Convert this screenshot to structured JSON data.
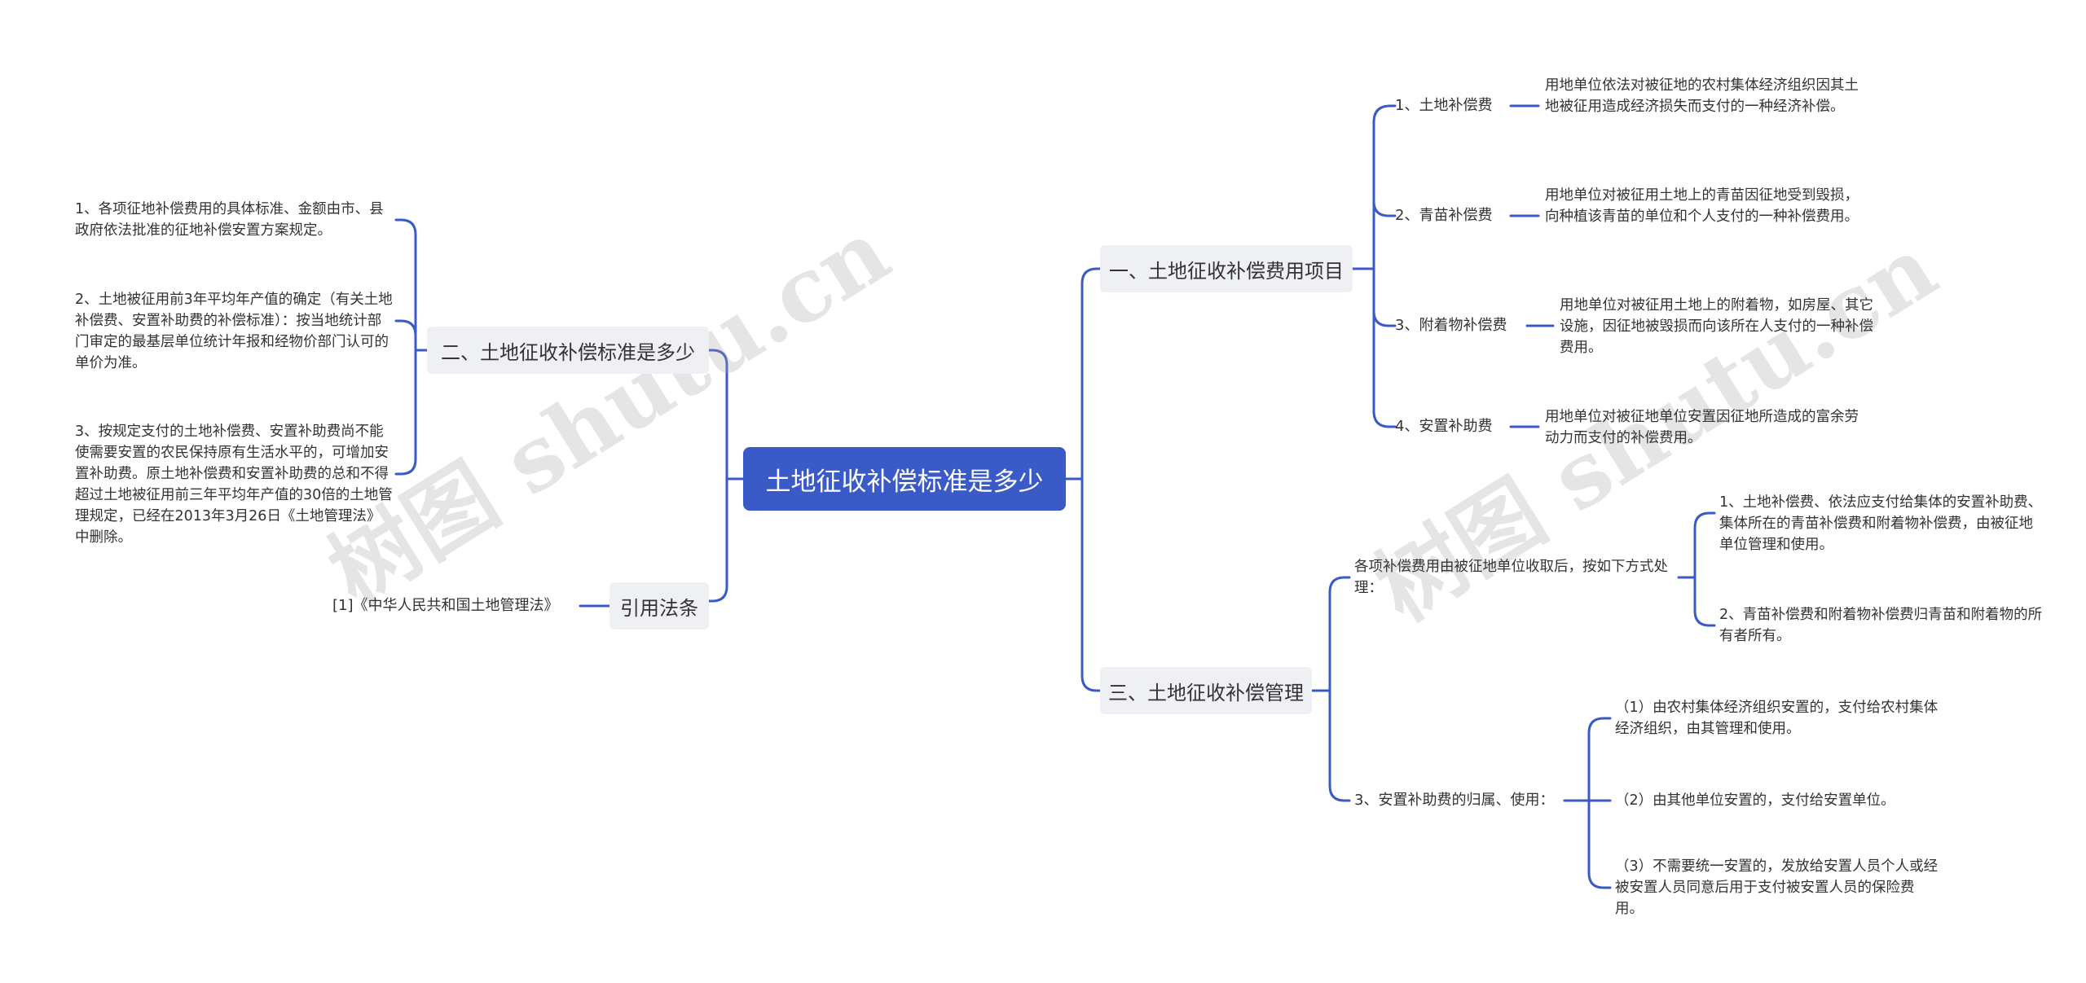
{
  "root": {
    "label": "土地征收补偿标准是多少"
  },
  "colors": {
    "accent": "#3a5bc7",
    "branch_bg": "#eef0f4",
    "line": "#3a5bc7",
    "watermark": "#a0a0a0"
  },
  "watermark": "树图 shutu.cn",
  "branch_items": {
    "b1": {
      "label": "一、土地征收补偿费用项目",
      "c1": {
        "label": "1、土地补偿费",
        "desc": "用地单位依法对被征地的农村集体经济组织因其土地被征用造成经济损失而支付的一种经济补偿。"
      },
      "c2": {
        "label": "2、青苗补偿费",
        "desc": "用地单位对被征用土地上的青苗因征地受到毁损，向种植该青苗的单位和个人支付的一种补偿费用。"
      },
      "c3": {
        "label": "3、附着物补偿费",
        "desc": "用地单位对被征用土地上的附着物，如房屋、其它设施，因征地被毁损而向该所在人支付的一种补偿费用。"
      },
      "c4": {
        "label": "4、安置补助费",
        "desc": "用地单位对被征地单位安置因征地所造成的富余劳动力而支付的补偿费用。"
      }
    },
    "b2": {
      "label": "二、土地征收补偿标准是多少",
      "l1": "1、各项征地补偿费用的具体标准、金额由市、县政府依法批准的征地补偿安置方案规定。",
      "l2": "2、土地被征用前3年平均年产值的确定（有关土地补偿费、安置补助费的补偿标准）：按当地统计部门审定的最基层单位统计年报和经物价部门认可的单价为准。",
      "l3": "3、按规定支付的土地补偿费、安置补助费尚不能使需要安置的农民保持原有生活水平的，可增加安置补助费。原土地补偿费和安置补助费的总和不得超过土地被征用前三年平均年产值的30倍的土地管理规定，已经在2013年3月26日《土地管理法》中删除。"
    },
    "b3": {
      "label": "引用法条",
      "l1": "[1]《中华人民共和国土地管理法》"
    },
    "b4": {
      "label": "三、土地征收补偿管理",
      "c1": {
        "label": "各项补偿费用由被征地单位收取后，按如下方式处理：",
        "d1": "1、土地补偿费、依法应支付给集体的安置补助费、集体所在的青苗补偿费和附着物补偿费，由被征地单位管理和使用。",
        "d2": "2、青苗补偿费和附着物补偿费归青苗和附着物的所有者所有。"
      },
      "c2": {
        "label": "3、安置补助费的归属、使用：",
        "d1": "（1）由农村集体经济组织安置的，支付给农村集体经济组织，由其管理和使用。",
        "d2": "（2）由其他单位安置的，支付给安置单位。",
        "d3": "（3）不需要统一安置的，发放给安置人员个人或经被安置人员同意后用于支付被安置人员的保险费用。"
      }
    }
  }
}
